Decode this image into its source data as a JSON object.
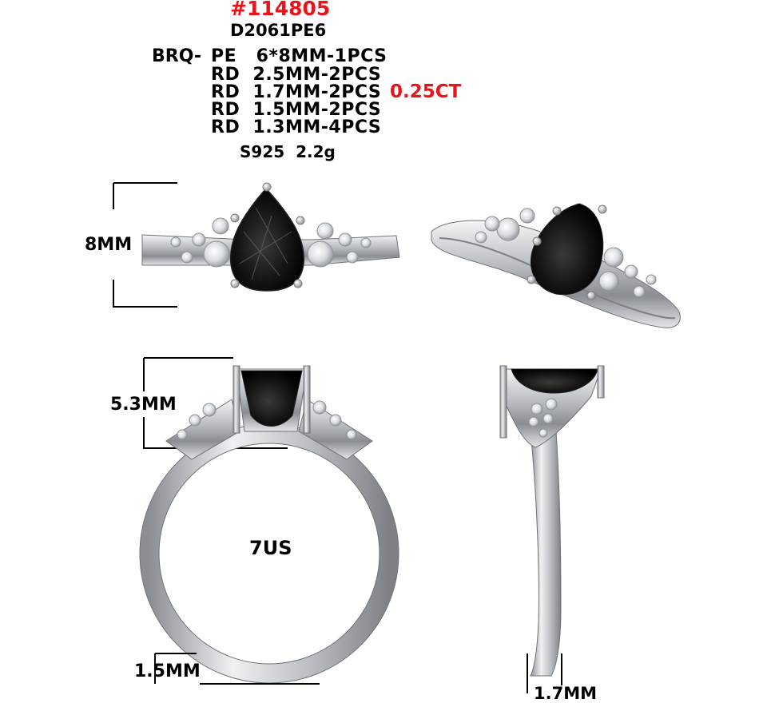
{
  "header": {
    "item_number": "#114805",
    "model_code": "D2061PE6",
    "stones_prefix": "BRQ-",
    "stones": [
      "PE   6*8MM-1PCS",
      "RD  2.5MM-2PCS",
      "RD  1.7MM-2PCS",
      "RD  1.5MM-2PCS",
      "RD  1.3MM-4PCS"
    ],
    "total_carat": "0.25CT",
    "metal_weight": "S925  2.2g"
  },
  "dimensions": {
    "stone_length": "8MM",
    "setting_height": "5.3MM",
    "ring_size": "7US",
    "band_width_front": "1.5MM",
    "band_width_side": "1.7MM"
  },
  "colors": {
    "accent_red": "#e8141c",
    "metal": "#c9ccd0",
    "stone": "#111111"
  }
}
